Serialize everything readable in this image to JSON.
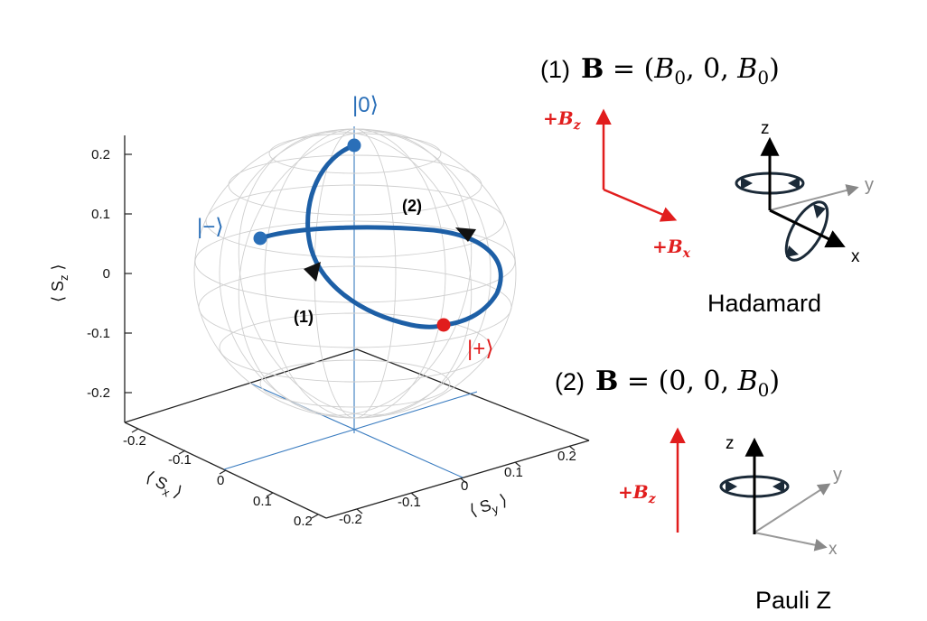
{
  "plot": {
    "z_axis_label": "⟨ S",
    "z_axis_sub": "z",
    "x_axis_label": "⟨ S",
    "x_axis_sub": "x",
    "y_axis_label": "⟨ S",
    "y_axis_sub": "y",
    "axis_label_close": " ⟩",
    "z_ticks": [
      "0.2",
      "0.1",
      "0",
      "-0.1",
      "-0.2"
    ],
    "x_ticks": [
      "-0.2",
      "-0.1",
      "0",
      "0.1",
      "0.2"
    ],
    "y_ticks": [
      "-0.2",
      "-0.1",
      "0",
      "0.1",
      "0.2"
    ],
    "states": {
      "zero": "|0⟩",
      "minus": "|−⟩",
      "plus": "|+⟩"
    },
    "path_labels": {
      "path1": "(1)",
      "path2": "(2)"
    },
    "colors": {
      "state_blue": "#2a6fb8",
      "state_red": "#e11d1d",
      "trajectory": "#1d5fa6"
    }
  },
  "panel1": {
    "number": "(1)",
    "field_bold": "B",
    "field_eq": " = (",
    "field_comp1": "B",
    "field_comp1_sub": "0",
    "field_mid": ", 0, ",
    "field_comp2": "B",
    "field_comp2_sub": "0",
    "field_close": ")",
    "bz_label": "+B",
    "bz_sub": "z",
    "bx_label": "+B",
    "bx_sub": "x",
    "axis_z": "z",
    "axis_y": "y",
    "axis_x": "x",
    "caption": "Hadamard"
  },
  "panel2": {
    "number": "(2)",
    "field_bold": "B",
    "field_eq": " = (0, 0, ",
    "field_comp": "B",
    "field_comp_sub": "0",
    "field_close": ")",
    "bz_label": "+B",
    "bz_sub": "z",
    "axis_z": "z",
    "axis_y": "y",
    "axis_x": "x",
    "caption": "Pauli Z"
  }
}
